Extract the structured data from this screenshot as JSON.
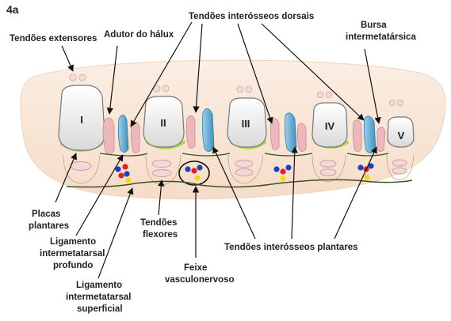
{
  "figure_label": "4a",
  "labels": {
    "extensor_tendons": "Tendões extensores",
    "adductor_hallucis": "Adutor do hálux",
    "dorsal_interossei": "Tendões interósseos dorsais",
    "bursa_line1": "Bursa",
    "bursa_line2": "intermetatársica",
    "plantar_plates_line1": "Placas",
    "plantar_plates_line2": "plantares",
    "deep_ligament_line1": "Ligamento",
    "deep_ligament_line2": "intermetatarsal",
    "deep_ligament_line3": "profundo",
    "flexor_tendons_line1": "Tendões",
    "flexor_tendons_line2": "flexores",
    "superficial_ligament_line1": "Ligamento",
    "superficial_ligament_line2": "intermetatarsal",
    "superficial_ligament_line3": "superficial",
    "neurovascular_line1": "Feixe",
    "neurovascular_line2": "vasculonervoso",
    "plantar_interossei": "Tendões interósseos plantares"
  },
  "metatarsals": [
    "I",
    "II",
    "III",
    "IV",
    "V"
  ],
  "colors": {
    "background_skin": "#f8e4d4",
    "bone_fill": "#f1f1f1",
    "bone_stroke": "#777777",
    "plantar_plate": "#a8dc52",
    "dorsal_interosseous": "#5aa6cf",
    "plantar_interosseous": "#e6aeb0",
    "flexor_tendon": "#edc9cb",
    "ligament": "#3b5320",
    "artery": "#e21f26",
    "vein": "#1f3fbf",
    "nerve": "#f4d80a"
  }
}
